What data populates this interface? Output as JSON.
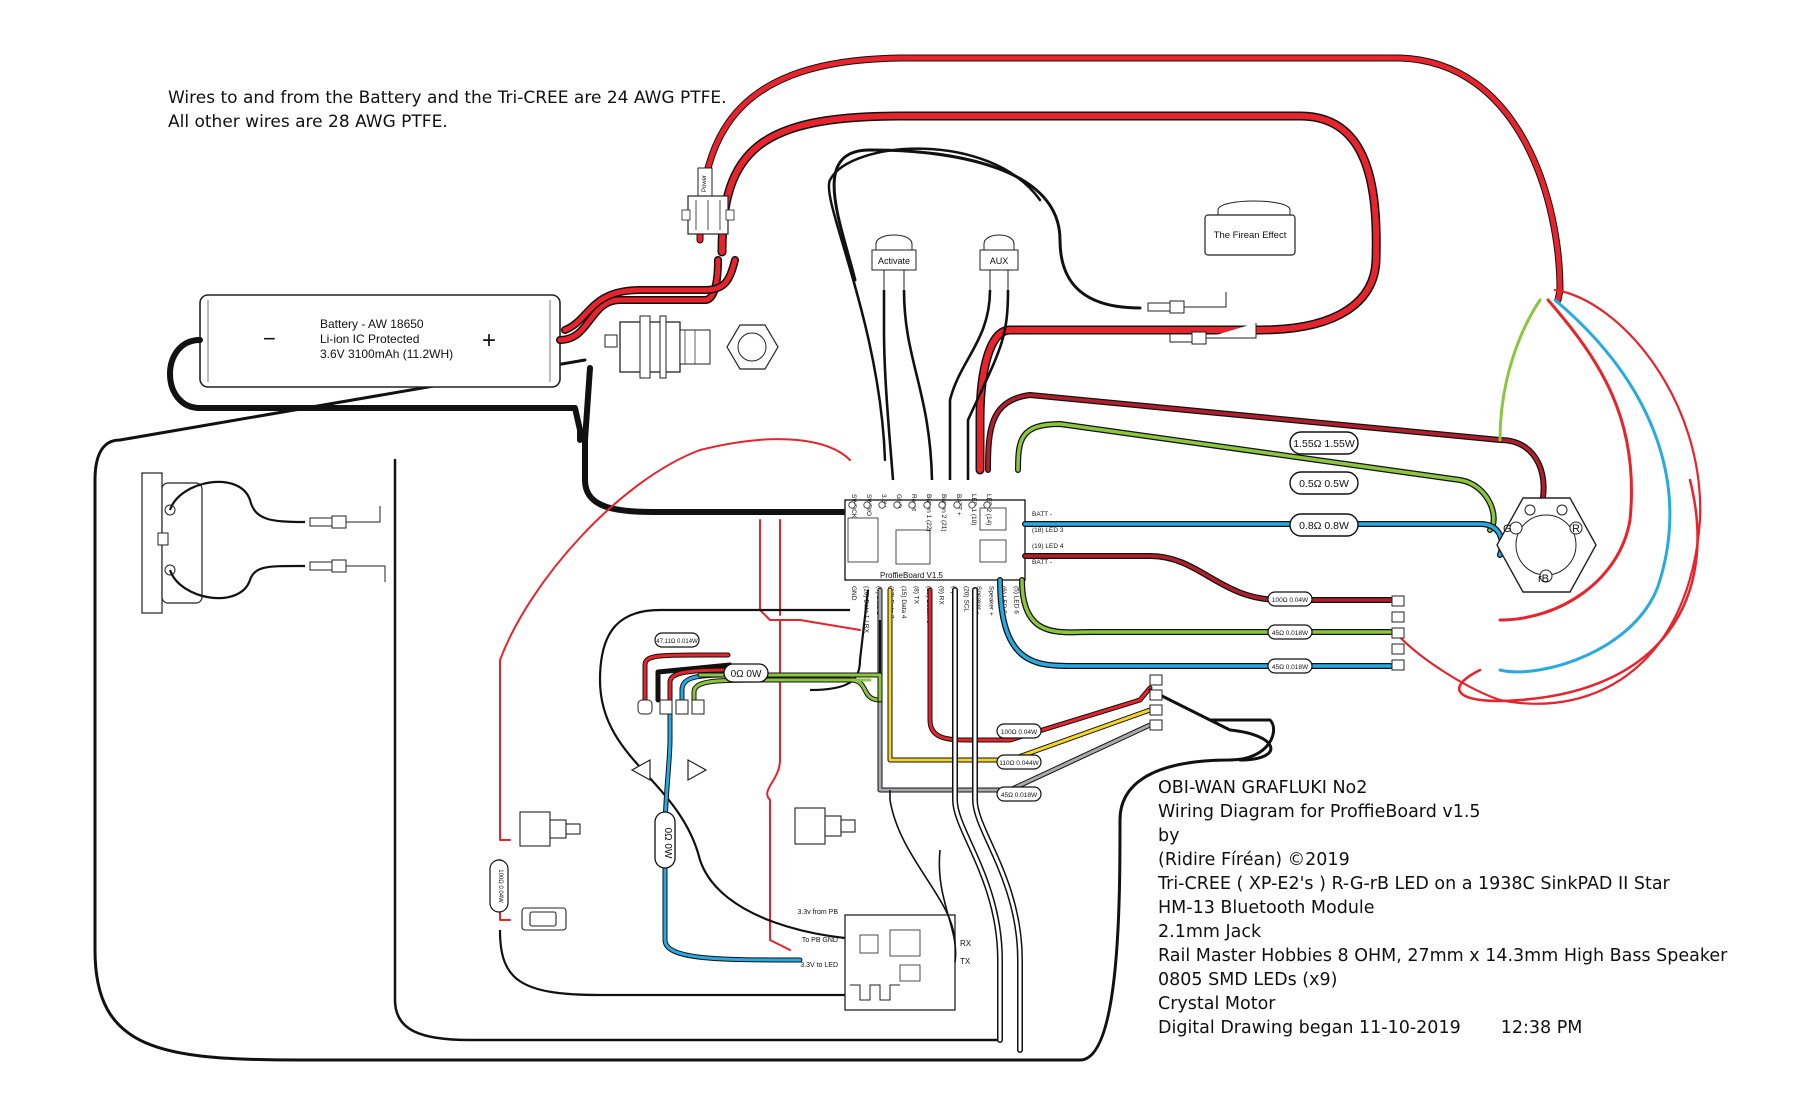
{
  "notes": {
    "line1": "Wires to and from the Battery and the Tri-CREE are 24 AWG PTFE.",
    "line2": "All other wires are 28 AWG PTFE."
  },
  "battery": {
    "title": "Battery - AW 18650",
    "line2": "Li-ion IC Protected",
    "line3": "3.6V 3100mAh (11.2WH)",
    "minus": "−",
    "plus": "+"
  },
  "switch": {
    "label": "Power"
  },
  "buttons": {
    "activate": "Activate",
    "aux": "AUX"
  },
  "firean": {
    "label": "The Firean Effect"
  },
  "board": {
    "name": "ProffieBoard V1.5",
    "top_pins": [
      "SWDCK",
      "SWDIO",
      "3.3V",
      "GND",
      "Reset",
      "Button 1 (22)",
      "Button 2 (21)",
      "BATT +",
      "LED 1 (10)",
      "LED 2 (14)"
    ],
    "right_pins": [
      "BATT -",
      "(18) LED 3",
      "(19) LED 4",
      "BATT -"
    ],
    "bottom_pins": [
      "GND",
      "(16) Data 1 / RX",
      "(4) Data 2",
      "(17) Data 3",
      "(15) Data 4",
      "(8) TX",
      "(23) Button 3",
      "(9) RX",
      "(7) SDA",
      "(20) SCL",
      "Speaker -",
      "Speaker +",
      "(6) LED 5",
      "(5) LED 6"
    ]
  },
  "resistors": {
    "r1": "1.55Ω 1.55W",
    "r2": "0.5Ω 0.5W",
    "r3": "0.8Ω 0.8W",
    "s1": "100Ω 0.04W",
    "s2": "45Ω 0.018W",
    "s3": "45Ω 0.018W",
    "s4": "100Ω 0.04W",
    "s5": "110Ω 0.044W",
    "s6": "45Ω 0.018W",
    "ohm0": "0Ω 0W",
    "ohm0v": "0Ω 0W",
    "small_top": "47.11Ω 0.014W",
    "left_vertical": "100Ω 0.04W"
  },
  "cree": {
    "g": "G",
    "r": "R",
    "b": "rB"
  },
  "bt": {
    "l1": "3.3v from PB",
    "l2": "To PB GND",
    "l3": "3.3V to LED",
    "rx": "RX",
    "tx": "TX"
  },
  "info": {
    "title": "OBI-WAN GRAFLUKI No2",
    "subtitle": "Wiring Diagram for ProffieBoard v1.5",
    "by": "by",
    "author": "(Ridire Fíréan) ©2019",
    "l1": "Tri-CREE ( XP-E2's ) R-G-rB LED on a 1938C SinkPAD II Star",
    "l2": "HM-13 Bluetooth Module",
    "l3": "2.1mm Jack",
    "l4": "Rail Master Hobbies 8 OHM, 27mm x 14.3mm High Bass Speaker",
    "l5": "0805 SMD LEDs (x9)",
    "l6": "Crystal Motor",
    "l7": "Digital Drawing began 11-10-2019",
    "time": "12:38 PM"
  },
  "colors": {
    "red": "#e8232b",
    "black": "#111111",
    "green": "#8cc63f",
    "blue": "#27aae1",
    "yellow": "#f3d42a",
    "gray": "#a7a9ac",
    "darkred": "#b21f2c"
  }
}
